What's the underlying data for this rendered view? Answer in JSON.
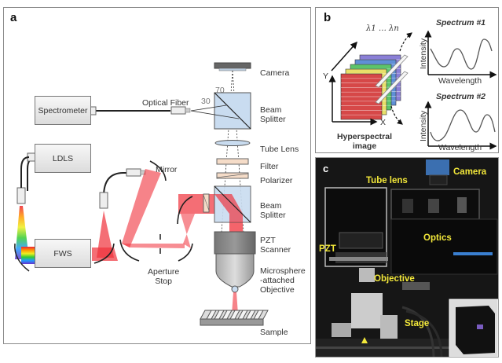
{
  "figure": {
    "panel_a": {
      "label": "a",
      "components": {
        "camera": "Camera",
        "beam_splitter_top": "Beam\nSplitter",
        "angle_70": "70",
        "angle_30": "30",
        "optical_fiber": "Optical Fiber",
        "spectrometer": "Spectrometer",
        "tube_lens": "Tube Lens",
        "filter": "Filter",
        "polarizer": "Polarizer",
        "ldls": "LDLS",
        "mirror": "Mirror",
        "fws": "FWS",
        "beam_splitter_bottom": "Beam\nSplitter",
        "pzt_scanner": "PZT\nScanner",
        "aperture_stop": "Aperture\nStop",
        "objective": "Microsphere\n-attached\nObjective",
        "sample": "Sample"
      },
      "colors": {
        "beam": "#f0303a",
        "splitter": "#c9dcf0",
        "filter": "#f5dcc8"
      }
    },
    "panel_b": {
      "label": "b",
      "stack_header": "λ1 … λn",
      "axis_x": "X",
      "axis_y": "Y",
      "caption": "Hyperspectral\nimage",
      "layer_colors": [
        "#8a7fd6",
        "#5f8fd6",
        "#5cc46a",
        "#e8e06a",
        "#d64848"
      ],
      "spectra": [
        {
          "title": "Spectrum #1",
          "ylabel": "Intensity",
          "xlabel": "Wavelength"
        },
        {
          "title": "Spectrum #2",
          "ylabel": "Intensity",
          "xlabel": "Wavelength"
        }
      ]
    },
    "panel_c": {
      "label": "c",
      "annotations": {
        "camera": "Camera",
        "tube_lens": "Tube lens",
        "optics": "Optics",
        "pzt": "PZT",
        "objective": "Objective",
        "stage": "Stage"
      },
      "annotation_color": "#f3e83a"
    }
  }
}
